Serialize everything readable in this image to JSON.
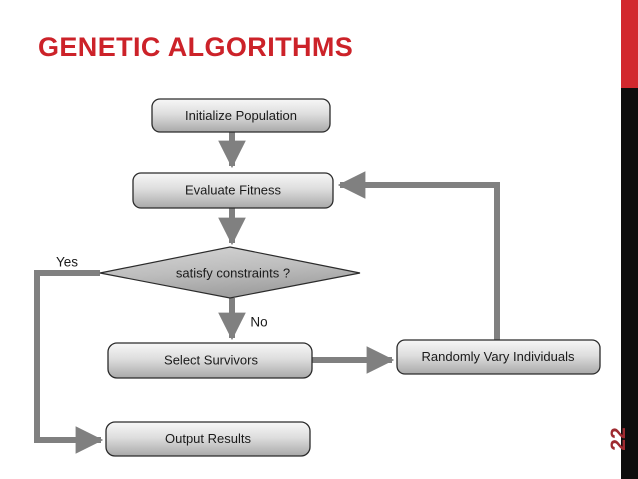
{
  "slide": {
    "title": "GENETIC ALGORITHMS",
    "page_number": "22",
    "accent_red": "#cc2229",
    "bar_red": "#d2282e",
    "bar_black": "#0d0d0d",
    "connector_gray": "#808080",
    "node_fill_light": "#f2f2f2",
    "node_fill_dark": "#a8a8a8",
    "node_border": "#2b2b2b",
    "text_color": "#1a1a1a"
  },
  "diagram": {
    "type": "flowchart",
    "name": "genetic-algorithm-flowchart",
    "nodes": [
      {
        "id": "initialize-population",
        "shape": "rounded-rect",
        "label": "Initialize Population"
      },
      {
        "id": "evaluate-fitness",
        "shape": "rounded-rect",
        "label": "Evaluate Fitness"
      },
      {
        "id": "satisfy-constraints",
        "shape": "diamond",
        "label": "satisfy constraints ?"
      },
      {
        "id": "select-survivors",
        "shape": "rounded-rect",
        "label": "Select Survivors"
      },
      {
        "id": "randomly-vary-individuals",
        "shape": "rounded-rect",
        "label": "Randomly Vary Individuals"
      },
      {
        "id": "output-results",
        "shape": "rounded-rect",
        "label": "Output Results"
      }
    ],
    "edges": [
      {
        "id": "edge-init-to-evaluate",
        "from": "initialize-population",
        "to": "evaluate-fitness",
        "label": ""
      },
      {
        "id": "edge-evaluate-to-decision",
        "from": "evaluate-fitness",
        "to": "satisfy-constraints",
        "label": ""
      },
      {
        "id": "edge-decision-yes",
        "from": "satisfy-constraints",
        "to": "output-results",
        "label": "Yes"
      },
      {
        "id": "edge-decision-no",
        "from": "satisfy-constraints",
        "to": "select-survivors",
        "label": "No"
      },
      {
        "id": "edge-select-to-vary",
        "from": "select-survivors",
        "to": "randomly-vary-individuals",
        "label": ""
      },
      {
        "id": "edge-vary-to-evaluate",
        "from": "randomly-vary-individuals",
        "to": "evaluate-fitness",
        "label": ""
      }
    ],
    "branch_labels": {
      "yes": "Yes",
      "no": "No"
    }
  }
}
